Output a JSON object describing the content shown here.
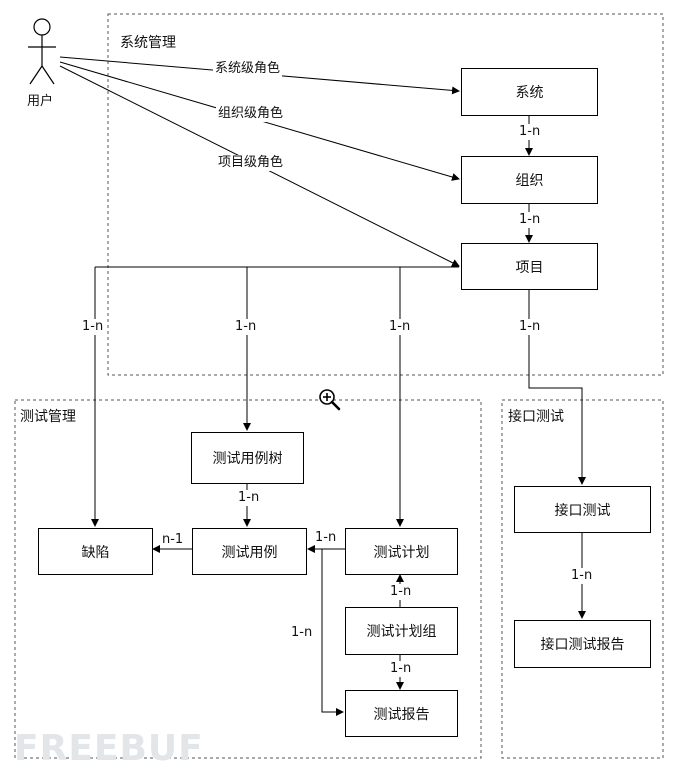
{
  "actor": {
    "label": "用户"
  },
  "groups": {
    "system_mgmt": "系统管理",
    "test_mgmt": "测试管理",
    "api_test": "接口测试"
  },
  "boxes": {
    "system": "系统",
    "organization": "组织",
    "project": "项目",
    "test_case_tree": "测试用例树",
    "test_case": "测试用例",
    "defect": "缺陷",
    "test_plan": "测试计划",
    "test_plan_group": "测试计划组",
    "test_report": "测试报告",
    "api_test": "接口测试",
    "api_test_report": "接口测试报告"
  },
  "edge_labels": {
    "user_system": "系统级角色",
    "user_org": "组织级角色",
    "user_project": "项目级角色",
    "system_org": "1-n",
    "org_project": "1-n",
    "project_defect": "1-n",
    "project_case_tree": "1-n",
    "project_plan": "1-n",
    "project_api": "1-n",
    "tree_case": "1-n",
    "case_defect": "n-1",
    "plan_case": "1-n",
    "plan_report": "1-n",
    "group_plan": "1-n",
    "group_report": "1-n",
    "api_report": "1-n"
  },
  "icons": {
    "zoom": "zoom-in-icon",
    "actor": "stick-figure-icon"
  },
  "watermark": "FREEBUF"
}
